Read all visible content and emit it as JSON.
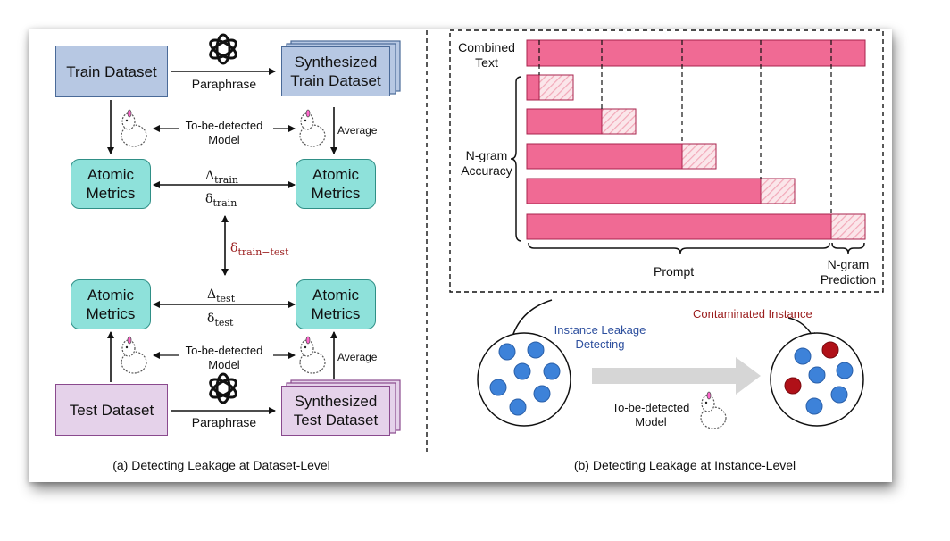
{
  "left": {
    "train_dataset": "Train Dataset",
    "synth_train": [
      "Synthesized",
      "Train Dataset"
    ],
    "paraphrase_top": "Paraphrase",
    "paraphrase_bottom": "Paraphrase",
    "model_top": [
      "To-be-detected",
      "Model"
    ],
    "model_bottom": [
      "To-be-detected",
      "Model"
    ],
    "average_top": "Average",
    "average_bottom": "Average",
    "atomic": [
      "Atomic",
      "Metrics"
    ],
    "delta_train": "Δ",
    "delta_train_sub": "train",
    "small_delta_train": "δ",
    "small_delta_train_sub": "train",
    "delta_train_test": "δ",
    "delta_train_test_sub": "train−test",
    "delta_test": "Δ",
    "delta_test_sub": "test",
    "small_delta_test": "δ",
    "small_delta_test_sub": "test",
    "test_dataset": "Test Dataset",
    "synth_test": [
      "Synthesized",
      "Test Dataset"
    ],
    "caption": "(a) Detecting Leakage at Dataset-Level"
  },
  "right": {
    "combined_text": [
      "Combined",
      "Text"
    ],
    "ngram_accuracy": [
      "N-gram",
      "Accuracy"
    ],
    "prompt": "Prompt",
    "ngram_prediction": [
      "N-gram",
      "Prediction"
    ],
    "instance_leakage": [
      "Instance Leakage",
      "Detecting"
    ],
    "contaminated": "Contaminated Instance",
    "model": [
      "To-be-detected",
      "Model"
    ],
    "caption": "(b) Detecting Leakage at Instance-Level"
  },
  "colors": {
    "bar_pink": "#f06a94",
    "contaminated_red": "#b01018",
    "instance_blue": "#3d82d9",
    "delta_red": "#9a1c1c",
    "label_blue": "#2d4f9e"
  }
}
